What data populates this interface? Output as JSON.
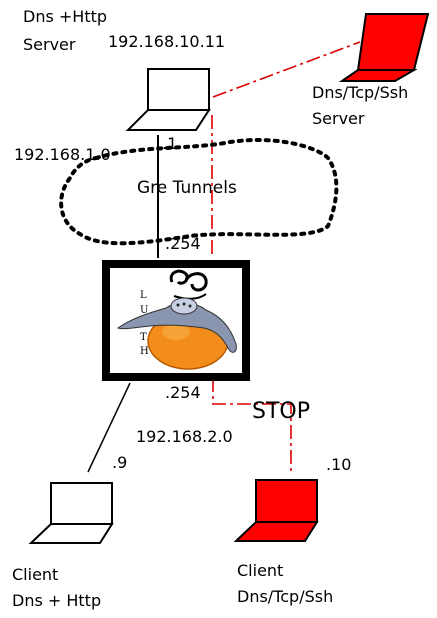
{
  "nodes": {
    "top_server": {
      "line1": "Dns +Http",
      "line2_prefix": "Server",
      "ip": "192.168.10.11",
      "icon": "laptop-icon"
    },
    "red_server": {
      "line1": "Dns/Tcp/Ssh",
      "line2": "Server",
      "color": "#ff0000",
      "icon": "laptop-icon"
    },
    "router": {
      "logo_letters": [
        "L",
        "U",
        "T",
        "H"
      ],
      "icon": "luth-logo"
    },
    "client_left": {
      "line1": "Client",
      "line2": "Dns + Http",
      "icon": "laptop-icon"
    },
    "client_right": {
      "line1": "Client",
      "line2": "Dns/Tcp/Ssh",
      "color": "#ff0000",
      "icon": "laptop-icon"
    }
  },
  "labels": {
    "net_top": "192.168.1.0",
    "host_top": ".1",
    "tunnel": "Gre Tunnels",
    "router_top": ".254",
    "router_bottom": ".254",
    "stop": "STOP",
    "net_bottom": "192.168.2.0",
    "host_left": ".9",
    "host_right": ".10"
  },
  "colors": {
    "red_link": "#dd0000",
    "laptop_red": "#ff0000",
    "orange": "#f28c1a"
  }
}
